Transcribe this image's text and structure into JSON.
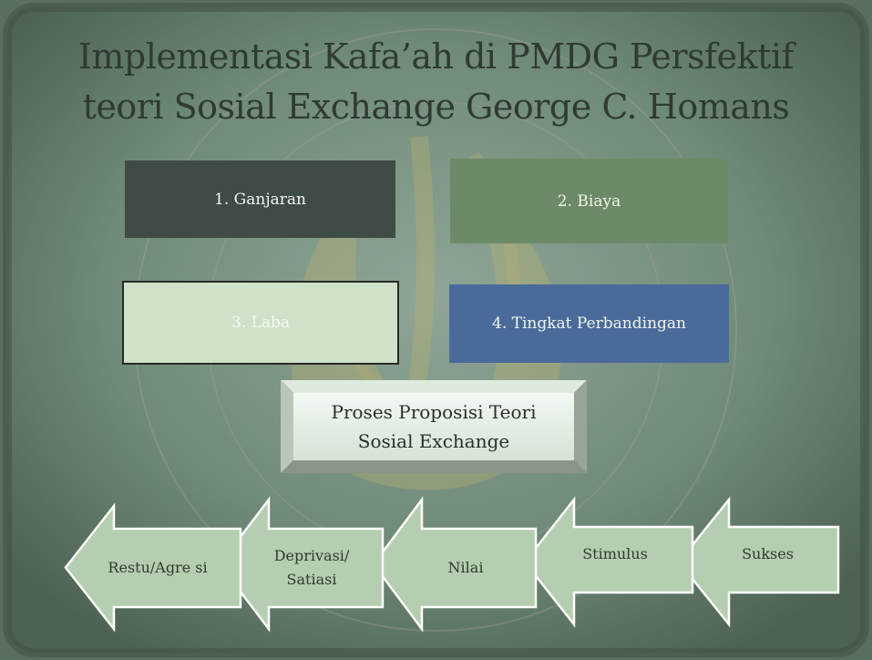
{
  "title": {
    "line1": "Implementasi Kafa’ah di PMDG Persfektif",
    "line2": "teori Sosial Exchange George C. Homans"
  },
  "boxes": [
    {
      "label": "1. Ganjaran",
      "color": "#3f4c45"
    },
    {
      "label": "2. Biaya",
      "color": "#6d8a68"
    },
    {
      "label": "3. Laba",
      "color": "#cfe1c8"
    },
    {
      "label": "4. Tingkat Perbandingan",
      "color": "#4a6b9a"
    }
  ],
  "center_box": {
    "line1": "Proses Proposisi Teori",
    "line2": "Sosial Exchange"
  },
  "arrows": [
    {
      "label": "Restu/Agre si"
    },
    {
      "label": "Deprivasi/ Satiasi"
    },
    {
      "label": "Nilai"
    },
    {
      "label": "Stimulus"
    },
    {
      "label": "Sukses"
    }
  ],
  "colors": {
    "background": "#6f8a79",
    "arrow_fill": "#b5cdb0",
    "arrow_stroke": "#ffffff",
    "title_text": "#2f3a31"
  }
}
